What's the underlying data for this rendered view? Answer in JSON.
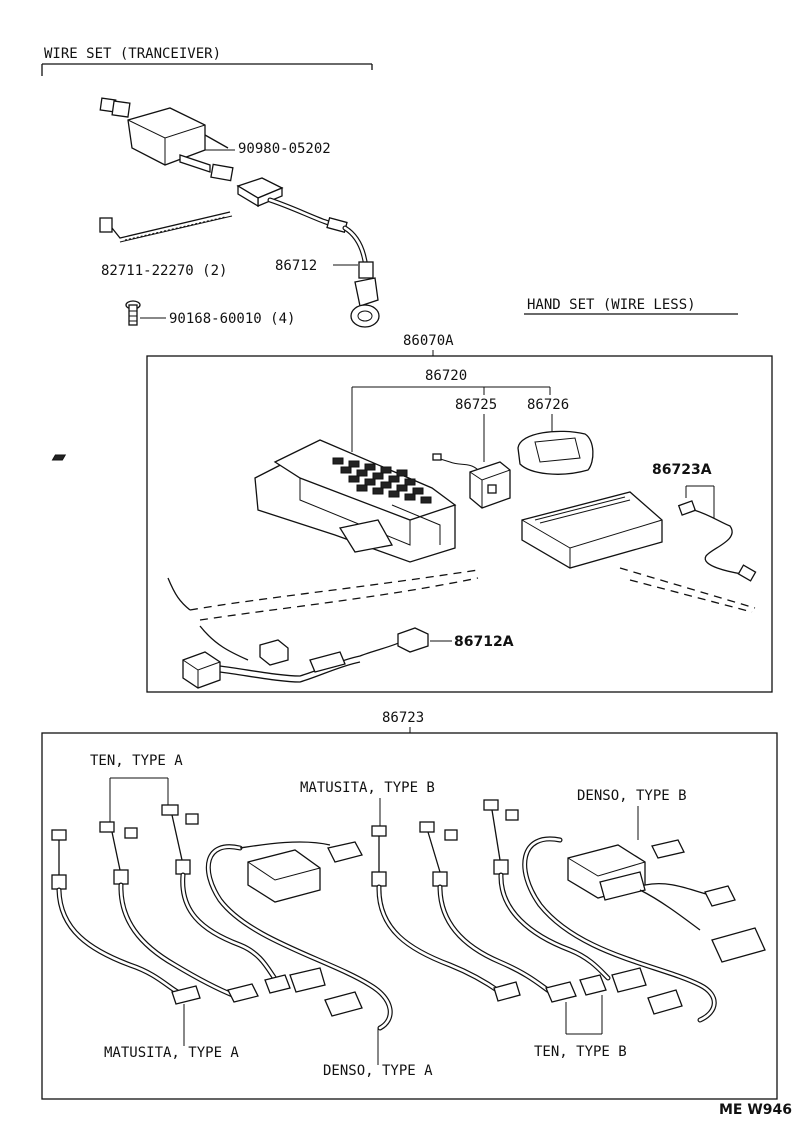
{
  "sections": {
    "wire_set": "WIRE SET (TRANCEIVER)",
    "hand_set": "HAND SET  (WIRE LESS)"
  },
  "parts": {
    "p90980": "90980-05202",
    "p82711": "82711-22270 (2)",
    "p86712": "86712",
    "p90168": "90168-60010 (4)",
    "p86070A": "86070A",
    "p86720": "86720",
    "p86725": "86725",
    "p86726": "86726",
    "p86723A": "86723A",
    "p86712A": "86712A",
    "p86723": "86723"
  },
  "variants": {
    "ten_a": "TEN, TYPE  A",
    "matusita_b": "MATUSITA, TYPE  B",
    "denso_b": "DENSO, TYPE  B",
    "matusita_a": "MATUSITA, TYPE  A",
    "denso_a": "DENSO, TYPE  A",
    "ten_b": "TEN, TYPE  B"
  },
  "footer": {
    "code": "ME W946"
  }
}
